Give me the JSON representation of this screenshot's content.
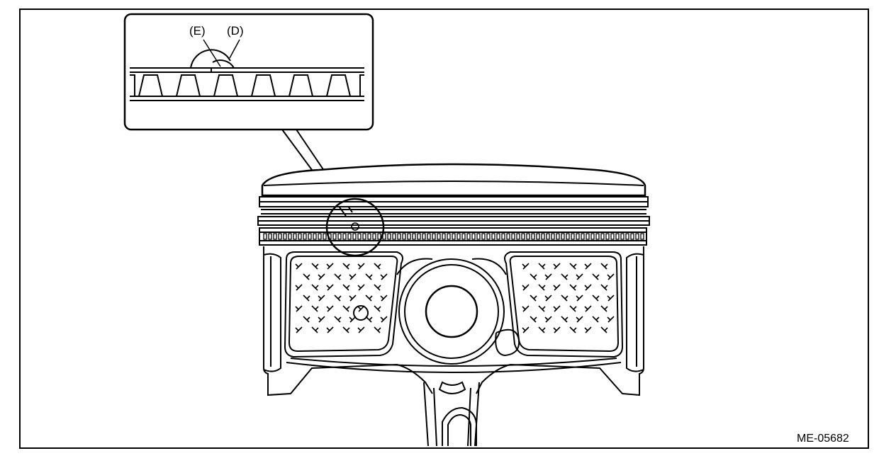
{
  "diagram": {
    "labels": {
      "e": "(E)",
      "d": "(D)"
    },
    "figure_id": "ME-05682"
  }
}
